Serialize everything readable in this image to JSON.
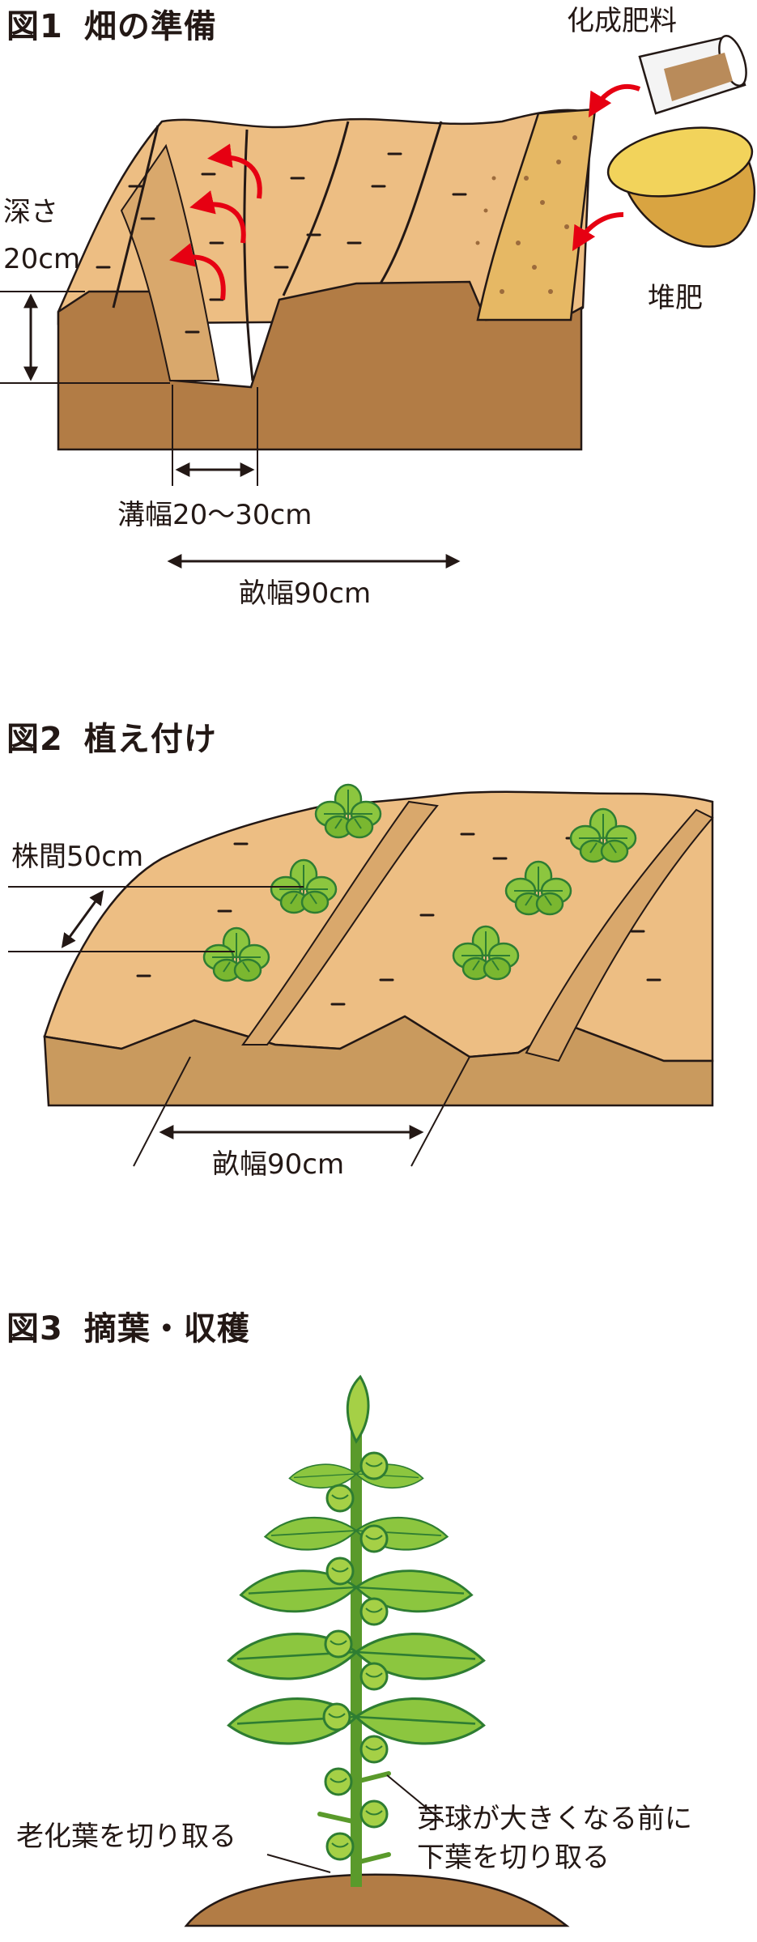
{
  "figure1": {
    "number": "図1",
    "title": "畑の準備",
    "labels": {
      "fertilizer": "化成肥料",
      "compost": "堆肥",
      "depth_label": "深さ",
      "depth_value": "20cm",
      "furrow_width": "溝幅20～30cm",
      "ridge_width": "畝幅90cm"
    }
  },
  "figure2": {
    "number": "図2",
    "title": "植え付け",
    "labels": {
      "plant_spacing": "株間50cm",
      "ridge_width": "畝幅90cm"
    }
  },
  "figure3": {
    "number": "図3",
    "title": "摘葉・収穫",
    "labels": {
      "old_leaves": "老化葉を切り取る",
      "lower_leaves_line1": "芽球が大きくなる前に",
      "lower_leaves_line2": "下葉を切り取る"
    }
  },
  "colors": {
    "soil_top": "#EDBE83",
    "soil_side": "#B27C45",
    "furrow": "#C99A5E",
    "arrow_red": "#E60012",
    "leaf_green": "#8CC63F",
    "leaf_dark": "#2E7D32",
    "line": "#231815",
    "compost": "#E0B64A",
    "fertilizer": "#B98B5A"
  }
}
